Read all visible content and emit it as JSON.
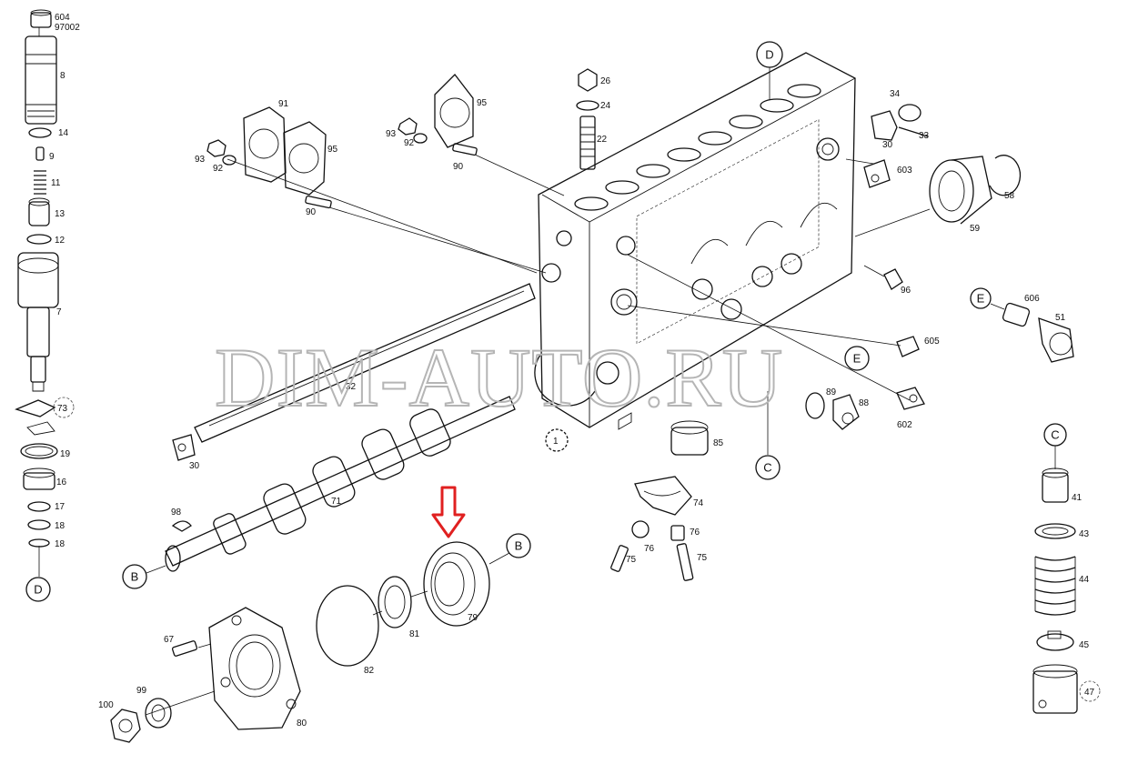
{
  "watermark": "DIM-AUTO.RU",
  "labels": {
    "l604": "604",
    "l97002": "97002",
    "l8": "8",
    "l14": "14",
    "l9": "9",
    "l11": "11",
    "l13": "13",
    "l12": "12",
    "l7": "7",
    "l73": "73",
    "l19": "19",
    "l16": "16",
    "l17": "17",
    "l18a": "18",
    "l18b": "18",
    "l91": "91",
    "l95a": "95",
    "l93a": "93",
    "l92a": "92",
    "l90a": "90",
    "l95b": "95",
    "l93b": "93",
    "l92b": "92",
    "l90b": "90",
    "l26": "26",
    "l24": "24",
    "l22": "22",
    "l34": "34",
    "l30a": "30",
    "l33": "33",
    "l603": "603",
    "l58": "58",
    "l59": "59",
    "l96": "96",
    "l606": "606",
    "l51": "51",
    "l605": "605",
    "l89": "89",
    "l88": "88",
    "l602": "602",
    "l85": "85",
    "l32": "32",
    "l30b": "30",
    "l71": "71",
    "l98": "98",
    "l74": "74",
    "l76a": "76",
    "l76b": "76",
    "l75a": "75",
    "l75b": "75",
    "l81": "81",
    "l79": "79",
    "l82": "82",
    "l67": "67",
    "l99": "99",
    "l100": "100",
    "l80": "80",
    "l41": "41",
    "l43": "43",
    "l44": "44",
    "l45": "45",
    "l47": "47",
    "l1": "1"
  },
  "callouts": {
    "d_top": "D",
    "d_left": "D",
    "e_mid": "E",
    "e_right": "E",
    "c_mid": "C",
    "c_right": "C",
    "b_left": "B",
    "b_right": "B"
  },
  "accent_color": "#e02020"
}
